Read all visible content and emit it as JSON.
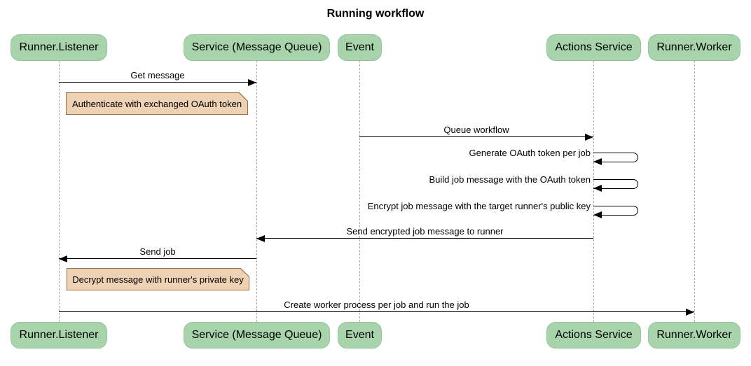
{
  "title": "Running workflow",
  "participants": [
    {
      "id": "runner-listener",
      "label": "Runner.Listener"
    },
    {
      "id": "service-message-queue",
      "label": "Service (Message Queue)"
    },
    {
      "id": "event",
      "label": "Event"
    },
    {
      "id": "actions-service",
      "label": "Actions Service"
    },
    {
      "id": "runner-worker",
      "label": "Runner.Worker"
    }
  ],
  "messages": [
    {
      "label": "Get message",
      "from": "Runner.Listener",
      "to": "Service (Message Queue)",
      "direction": "right"
    },
    {
      "label": "Queue workflow",
      "from": "Event",
      "to": "Actions Service",
      "direction": "right"
    },
    {
      "label": "Generate OAuth token per job",
      "from": "Actions Service",
      "to": "Actions Service",
      "direction": "self"
    },
    {
      "label": "Build job message with the OAuth token",
      "from": "Actions Service",
      "to": "Actions Service",
      "direction": "self"
    },
    {
      "label": "Encrypt job message with the target runner's public key",
      "from": "Actions Service",
      "to": "Actions Service",
      "direction": "self"
    },
    {
      "label": "Send encrypted job message to runner",
      "from": "Actions Service",
      "to": "Service (Message Queue)",
      "direction": "left"
    },
    {
      "label": "Send job",
      "from": "Service (Message Queue)",
      "to": "Runner.Listener",
      "direction": "left"
    },
    {
      "label": "Create worker process per job and run the job",
      "from": "Runner.Listener",
      "to": "Runner.Worker",
      "direction": "right"
    }
  ],
  "notes": [
    {
      "text": "Authenticate with exchanged OAuth token",
      "anchor": "Runner.Listener"
    },
    {
      "text": "Decrypt message with runner's private key",
      "anchor": "Runner.Listener"
    }
  ],
  "colors": {
    "background": "#ffffff",
    "participant_fill": "#a8d4ab",
    "participant_border": "#94c39b",
    "note_fill": "#efd1b3",
    "note_border": "#996b3d",
    "lifeline": "#a9a9a9",
    "arrow": "#000000",
    "text": "#000000"
  }
}
